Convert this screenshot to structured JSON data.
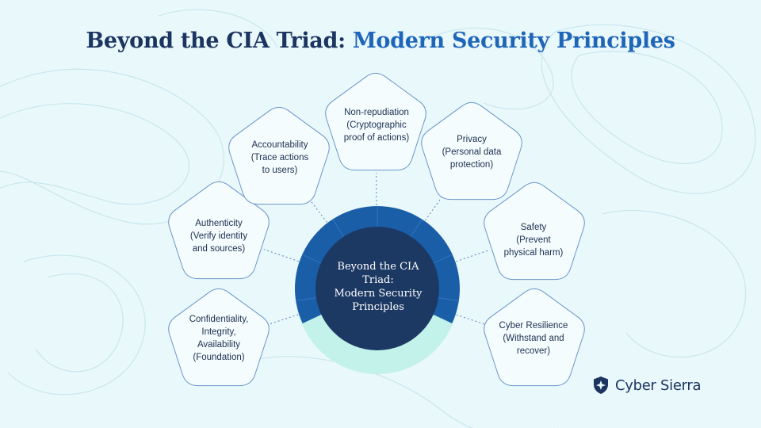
{
  "title": {
    "main": "Beyond the CIA Triad: ",
    "accent": "Modern Security Principles"
  },
  "center": {
    "lines": [
      "Beyond the CIA",
      "Triad:",
      "Modern Security",
      "Principles"
    ]
  },
  "principles": [
    {
      "id": "confidentiality",
      "lines": [
        "Confidentiality,",
        "Integrity,",
        "Availability",
        "(Foundation)"
      ]
    },
    {
      "id": "authenticity",
      "lines": [
        "Authenticity",
        "(Verify identity",
        "and sources)"
      ]
    },
    {
      "id": "accountability",
      "lines": [
        "Accountability",
        "(Trace actions",
        "to users)"
      ]
    },
    {
      "id": "non-repudiation",
      "lines": [
        "Non-repudiation",
        "(Cryptographic",
        "proof of actions)"
      ]
    },
    {
      "id": "privacy",
      "lines": [
        "Privacy",
        "(Personal data",
        "protection)"
      ]
    },
    {
      "id": "safety",
      "lines": [
        "Safety",
        "(Prevent",
        "physical harm)"
      ]
    },
    {
      "id": "cyber-resilience",
      "lines": [
        "Cyber Resilience",
        "(Withstand and",
        "recover)"
      ]
    }
  ],
  "logo": {
    "text": "Cyber Sierra",
    "icon": "shield-icon"
  },
  "colors": {
    "ring_dark": "#1b5ea8",
    "ring_light": "#c2f2ea",
    "center_fill": "#1c3964",
    "pentagon_fill": "#f4fcfe",
    "pentagon_stroke": "#6a95c8",
    "title_accent": "#1f66b8"
  }
}
